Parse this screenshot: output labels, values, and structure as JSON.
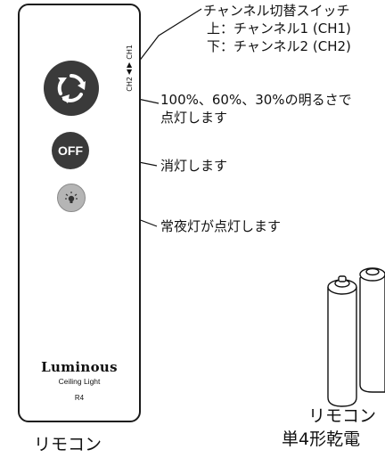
{
  "remote": {
    "ch1_label": "CH1",
    "ch2_label": "CH2",
    "off_button_label": "OFF",
    "brand": "Luminous",
    "brand_sub": "Ceiling Light",
    "model": "R4",
    "caption": "リモコン"
  },
  "callouts": {
    "channel_line1": "チャンネル切替スイッチ",
    "channel_line2": "上：チャンネル1 (CH1)",
    "channel_line3": "下：チャンネル2 (CH2)",
    "brightness_line1": "100%、60%、30%の明るさで",
    "brightness_line2": "点灯します",
    "off_text": "消灯します",
    "night_text": "常夜灯が点灯します"
  },
  "batteries": {
    "caption_line1": "リモコン",
    "caption_line2": "単4形乾電"
  },
  "colors": {
    "button_dark": "#3a3a3a",
    "nightlight_button": "#b5b5b5",
    "outline": "#1a1a1a"
  }
}
